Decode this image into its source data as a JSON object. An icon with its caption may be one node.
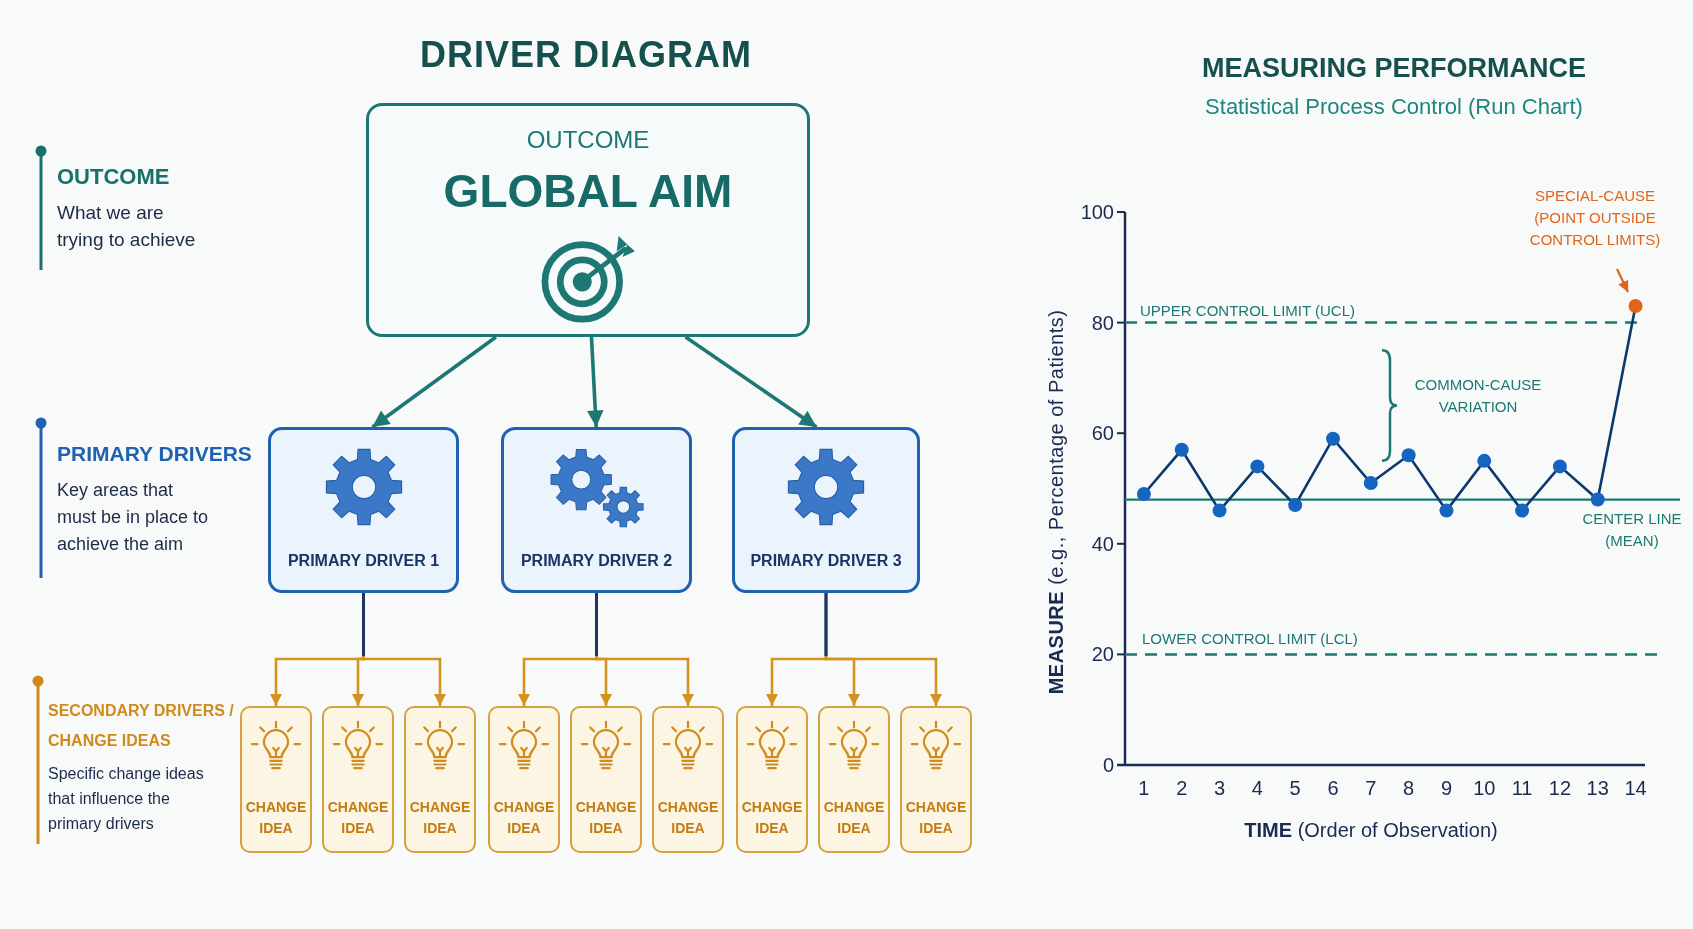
{
  "diagram": {
    "title": "DRIVER DIAGRAM",
    "nodes": [
      {
        "text": [
          "OUTCOME",
          "GLOBAL AIM"
        ]
      },
      {
        "text": [
          "PRIMARY DRIVER 1"
        ]
      },
      {
        "text": [
          "PRIMARY DRIVER 2"
        ]
      },
      {
        "text": [
          "PRIMARY DRIVER 3"
        ]
      },
      {
        "text": [
          "CHANGE IDEA"
        ]
      },
      {
        "text": [
          "CHANGE IDEA"
        ]
      },
      {
        "text": [
          "CHANGE IDEA"
        ]
      },
      {
        "text": [
          "CHANGE IDEA"
        ]
      },
      {
        "text": [
          "CHANGE IDEA"
        ]
      },
      {
        "text": [
          "CHANGE IDEA"
        ]
      },
      {
        "text": [
          "CHANGE IDEA"
        ]
      },
      {
        "text": [
          "CHANGE IDEA"
        ]
      },
      {
        "text": [
          "CHANGE IDEA"
        ]
      }
    ],
    "edges": [
      {
        "from": 0,
        "to": 1,
        "arrow": "to",
        "color": "#1d7874"
      },
      {
        "from": 0,
        "to": 2,
        "arrow": "to",
        "color": "#1d7874"
      },
      {
        "from": 0,
        "to": 3,
        "arrow": "to",
        "color": "#1d7874"
      },
      {
        "from": 1,
        "to": 4,
        "arrow": "to"
      },
      {
        "from": 1,
        "to": 5,
        "arrow": "to"
      },
      {
        "from": 1,
        "to": 6,
        "arrow": "to"
      },
      {
        "from": 2,
        "to": 7,
        "arrow": "to"
      },
      {
        "from": 2,
        "to": 8,
        "arrow": "to"
      },
      {
        "from": 2,
        "to": 9,
        "arrow": "to"
      },
      {
        "from": 3,
        "to": 10,
        "arrow": "to"
      },
      {
        "from": 3,
        "to": 11,
        "arrow": "to"
      },
      {
        "from": 3,
        "to": 12,
        "arrow": "to"
      }
    ],
    "labels": [
      "OUTCOME",
      "What we are trying to achieve",
      "PRIMARY DRIVERS",
      "Key areas that must be in place to achieve the aim",
      "SECONDARY DRIVERS / CHANGE IDEAS",
      "Specific change ideas that influence the primary drivers",
      "Statistical Process Control (Run Chart)"
    ],
    "chart_data": {
      "type": "line",
      "title": "MEASURING PERFORMANCE",
      "xlabel": "**TIME** (Order of Observation)",
      "ylabel": "**MEASURE** (e.g., Percentage of Patients)",
      "x": [
        1,
        2,
        3,
        4,
        5,
        6,
        7,
        8,
        9,
        10,
        11,
        12,
        13,
        14
      ],
      "series": [
        {
          "color": "#1565c0",
          "marker": "circle",
          "values": [
            49,
            57,
            46,
            54,
            47,
            59,
            51,
            56,
            46,
            55,
            46,
            54,
            48,
            83
          ]
        }
      ],
      "xlim": [
        0.5,
        14.25
      ],
      "ylim": [
        0,
        100
      ],
      "xticks": [
        1,
        2,
        3,
        4,
        5,
        6,
        7,
        8,
        9,
        10,
        11,
        12,
        13,
        14
      ],
      "yticks": [
        0,
        20,
        40,
        60,
        80,
        100
      ],
      "ref_lines": [
        {
          "axis": "y",
          "value": 80,
          "label": "UPPER CONTROL LIMIT (UCL)"
        },
        {
          "axis": "y",
          "value": 48,
          "label": "CENTER LINE (MEAN)"
        },
        {
          "axis": "y",
          "value": 20,
          "label": "LOWER CONTROL LIMIT (LCL)"
        }
      ],
      "annotations": [
        "SPECIAL-CAUSE (POINT OUTSIDE CONTROL LIMITS)",
        "COMMON-CAUSE VARIATION"
      ]
    }
  }
}
